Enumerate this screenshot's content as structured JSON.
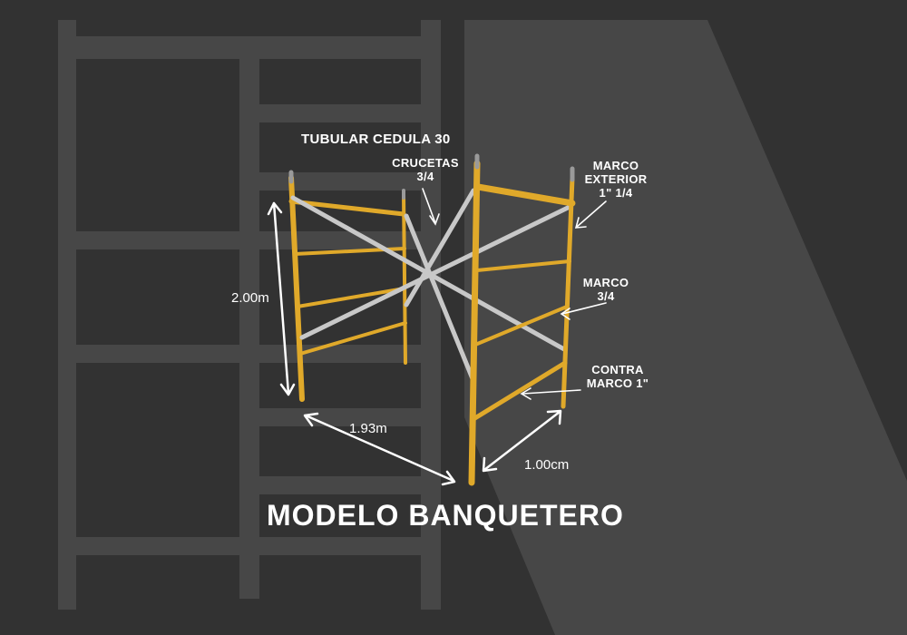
{
  "labels": {
    "tubular": "TUBULAR CEDULA 30",
    "crucetas_line1": "CRUCETAS",
    "crucetas_line2": "3/4",
    "marco_exterior_line1": "MARCO",
    "marco_exterior_line2": "EXTERIOR",
    "marco_exterior_line3": "1\" 1/4",
    "marco_line1": "MARCO",
    "marco_line2": "3/4",
    "contra_line1": "CONTRA",
    "contra_line2": "MARCO 1\""
  },
  "dimensions": {
    "height": "2.00m",
    "width": "1.93m",
    "depth": "1.00cm"
  },
  "title": "MODELO BANQUETERO",
  "colors": {
    "background": "#323232",
    "pattern": "#474747",
    "frame": "#e0a92a",
    "brace": "#c8c8c8",
    "text": "#ffffff"
  }
}
